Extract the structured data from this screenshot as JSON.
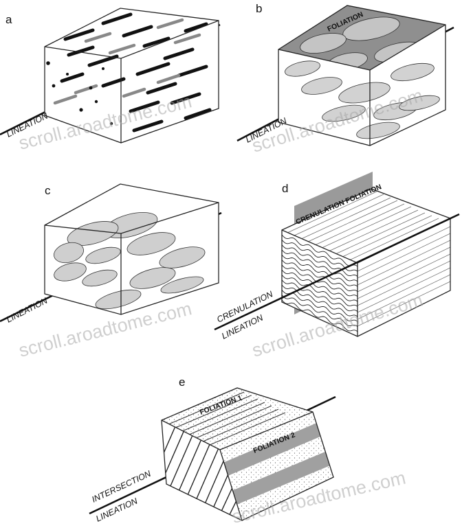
{
  "panels": {
    "a": {
      "letter": "a",
      "lineation": "LINEATION"
    },
    "b": {
      "letter": "b",
      "lineation": "LINEATION",
      "foliation": "FOLIATION"
    },
    "c": {
      "letter": "c",
      "lineation": "LINEATION"
    },
    "d": {
      "letter": "d",
      "crenulation_foliation": "CRENULATION FOLIATION",
      "crenulation": "CRENULATION",
      "lineation": "LINEATION"
    },
    "e": {
      "letter": "e",
      "foliation1": "FOLIATION 1",
      "foliation2": "FOLIATION 2",
      "intersection": "INTERSECTION",
      "lineation": "LINEATION"
    }
  },
  "watermark": "scroll.aroadtome.com",
  "colors": {
    "line": "#222222",
    "ellipse_fill": "#cfcfcf",
    "band_gray": "#9a9a9a",
    "watermark": "#a8a8a8"
  }
}
